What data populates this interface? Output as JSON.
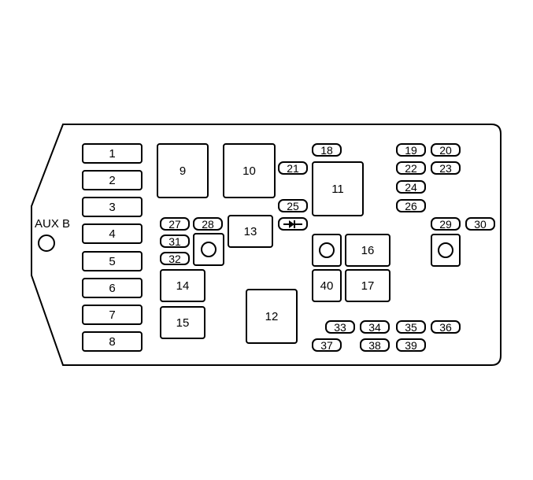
{
  "diagram": {
    "title": "",
    "aux_label": "AUX B",
    "slots": [
      {
        "id": "fuse-1",
        "label": "1"
      },
      {
        "id": "fuse-2",
        "label": "2"
      },
      {
        "id": "fuse-3",
        "label": "3"
      },
      {
        "id": "fuse-4",
        "label": "4"
      },
      {
        "id": "fuse-5",
        "label": "5"
      },
      {
        "id": "fuse-6",
        "label": "6"
      },
      {
        "id": "fuse-7",
        "label": "7"
      },
      {
        "id": "fuse-8",
        "label": "8"
      },
      {
        "id": "relay-9",
        "label": "9"
      },
      {
        "id": "relay-10",
        "label": "10"
      },
      {
        "id": "relay-11",
        "label": "11"
      },
      {
        "id": "relay-12",
        "label": "12"
      },
      {
        "id": "relay-13",
        "label": "13"
      },
      {
        "id": "relay-14",
        "label": "14"
      },
      {
        "id": "relay-15",
        "label": "15"
      },
      {
        "id": "relay-16",
        "label": "16"
      },
      {
        "id": "relay-17",
        "label": "17"
      },
      {
        "id": "fuse-18",
        "label": "18"
      },
      {
        "id": "fuse-19",
        "label": "19"
      },
      {
        "id": "fuse-20",
        "label": "20"
      },
      {
        "id": "fuse-21",
        "label": "21"
      },
      {
        "id": "fuse-22",
        "label": "22"
      },
      {
        "id": "fuse-23",
        "label": "23"
      },
      {
        "id": "fuse-24",
        "label": "24"
      },
      {
        "id": "fuse-25",
        "label": "25"
      },
      {
        "id": "fuse-26",
        "label": "26"
      },
      {
        "id": "fuse-27",
        "label": "27"
      },
      {
        "id": "fuse-28",
        "label": "28"
      },
      {
        "id": "fuse-29",
        "label": "29"
      },
      {
        "id": "fuse-30",
        "label": "30"
      },
      {
        "id": "fuse-31",
        "label": "31"
      },
      {
        "id": "fuse-32",
        "label": "32"
      },
      {
        "id": "fuse-33",
        "label": "33"
      },
      {
        "id": "fuse-34",
        "label": "34"
      },
      {
        "id": "fuse-35",
        "label": "35"
      },
      {
        "id": "fuse-36",
        "label": "36"
      },
      {
        "id": "fuse-37",
        "label": "37"
      },
      {
        "id": "fuse-38",
        "label": "38"
      },
      {
        "id": "fuse-39",
        "label": "39"
      },
      {
        "id": "relay-40",
        "label": "40"
      }
    ]
  }
}
